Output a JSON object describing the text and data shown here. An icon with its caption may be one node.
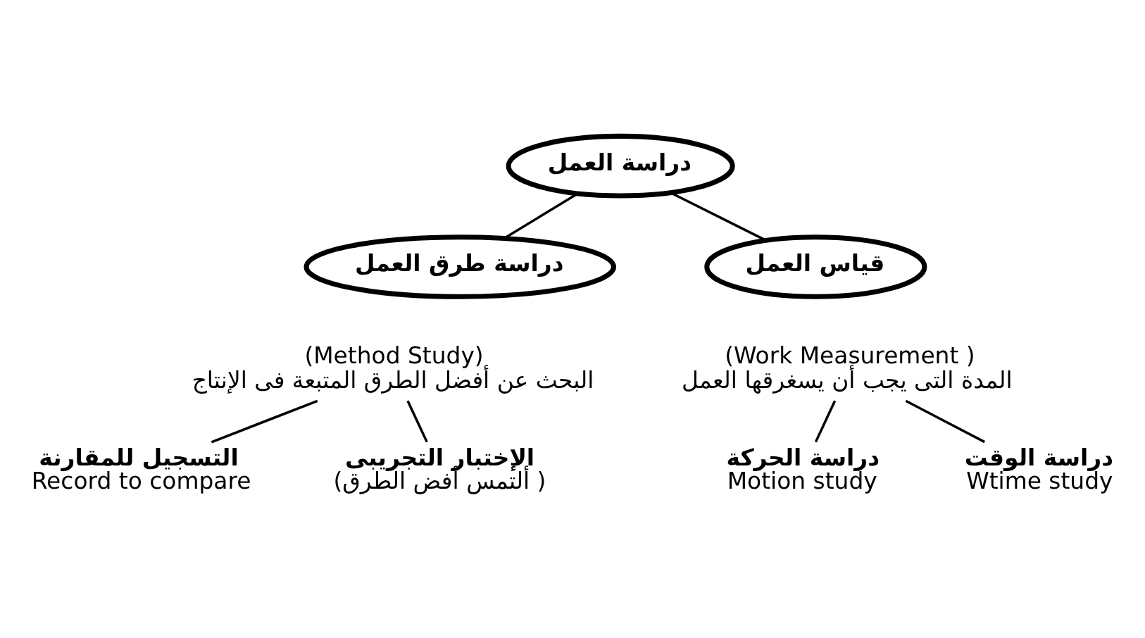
{
  "diagram": {
    "nodes": [
      {
        "text": [
          "دراسة العمل"
        ]
      },
      {
        "text": [
          "دراسة طرق العمل"
        ]
      },
      {
        "text": [
          "قياس العمل"
        ]
      },
      {
        "text": [
          "(Method Study)",
          "البحث عن أفضل الطرق المتبعة فى الإنتاج"
        ]
      },
      {
        "text": [
          "(Work Measurement )",
          "المدة التى يجب أن يسغرقها العمل"
        ]
      },
      {
        "text": [
          "التسجيل للمقارنة",
          "Record to compare"
        ]
      },
      {
        "text": [
          "الإختبار التجريبى",
          "(ألتمس أفض الطرق )"
        ]
      },
      {
        "text": [
          "دراسة الحركة",
          "Motion study"
        ]
      },
      {
        "text": [
          "دراسة الوقت",
          "Wtime study"
        ]
      }
    ],
    "edges": [
      {
        "from": 0,
        "to": 1,
        "arrow": "none"
      },
      {
        "from": 0,
        "to": 2,
        "arrow": "none"
      },
      {
        "from": 3,
        "to": 5,
        "arrow": "none"
      },
      {
        "from": 3,
        "to": 6,
        "arrow": "none"
      },
      {
        "from": 4,
        "to": 7,
        "arrow": "none"
      },
      {
        "from": 4,
        "to": 8,
        "arrow": "none"
      }
    ]
  }
}
